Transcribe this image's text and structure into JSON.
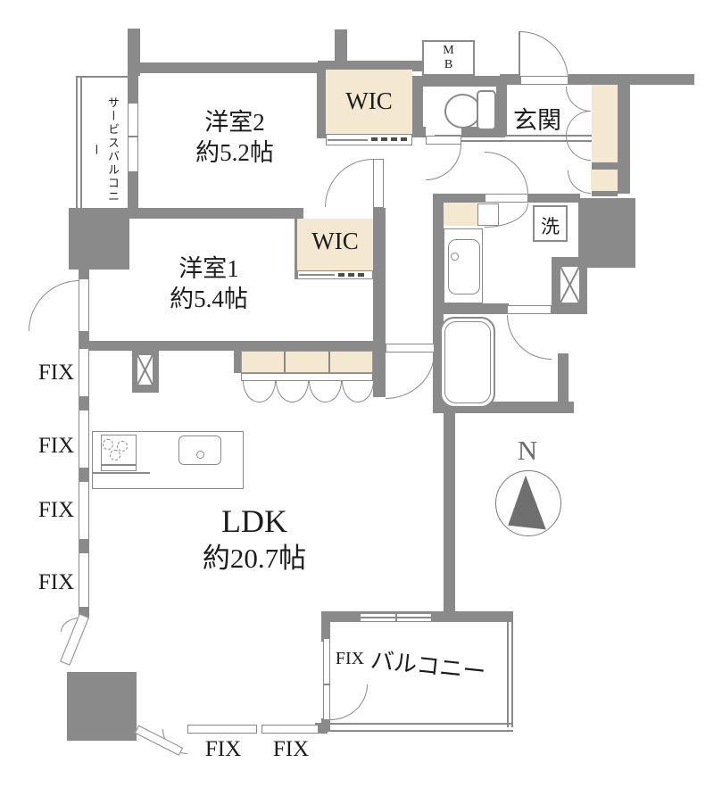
{
  "colors": {
    "wall": "#8a8a8a",
    "closet_fill": "#f5e8d1",
    "outline": "#8a8a8a",
    "text": "#1c1c1c",
    "compass": "#6a6a6a"
  },
  "rooms": {
    "bedroom2": {
      "name": "洋室2",
      "area": "約5.2帖"
    },
    "bedroom1": {
      "name": "洋室1",
      "area": "約5.4帖"
    },
    "ldk": {
      "name": "LDK",
      "area": "約20.7帖"
    },
    "entrance_label": "玄関",
    "wic_upper_label": "WIC",
    "wic_lower_label": "WIC",
    "laundry_label": "洗",
    "meter_box": {
      "line1": "M",
      "line2": "B"
    },
    "service_balcony_label": "サービスバルコニー",
    "balcony_label": "バルコニー"
  },
  "windows": {
    "left_fix": [
      "FIX",
      "FIX",
      "FIX",
      "FIX"
    ],
    "bottom_fix": [
      "FIX",
      "FIX"
    ],
    "balcony_fix": "FIX"
  },
  "compass": {
    "north_label": "N"
  }
}
